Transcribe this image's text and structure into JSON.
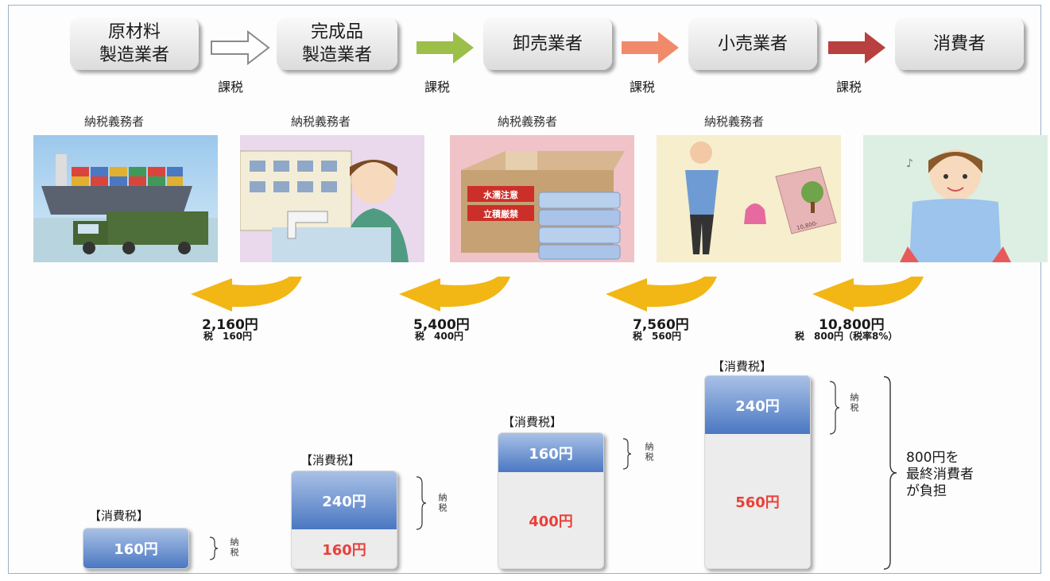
{
  "stages": [
    {
      "label": "原材料\n製造業者",
      "taxpayer": "納税義務者",
      "price": "2,160円",
      "tax_line": "税　160円"
    },
    {
      "label": "完成品\n製造業者",
      "taxpayer": "納税義務者",
      "price": "5,400円",
      "tax_line": "税　400円"
    },
    {
      "label": "卸売業者",
      "taxpayer": "納税義務者",
      "price": "7,560円",
      "tax_line": "税　560円"
    },
    {
      "label": "小売業者",
      "taxpayer": "納税義務者",
      "price": "10,800円",
      "tax_line": "税　800円（税率8%）"
    },
    {
      "label": "消費者"
    }
  ],
  "tax_label": "課税",
  "scene_texts": {
    "warning": "水濡注意",
    "stacking": "立積厳禁",
    "tag_price": "10,800-"
  },
  "cards": [
    {
      "title": "【消費税】",
      "tax": "160円",
      "base": "",
      "tax_fraction": 1.0,
      "note": "納税"
    },
    {
      "title": "【消費税】",
      "tax": "240円",
      "base": "160円",
      "tax_fraction": 0.6,
      "note": "納税"
    },
    {
      "title": "【消費税】",
      "tax": "160円",
      "base": "400円",
      "tax_fraction": 0.29,
      "note": "納税"
    },
    {
      "title": "【消費税】",
      "tax": "240円",
      "base": "560円",
      "tax_fraction": 0.3,
      "note": "納税"
    }
  ],
  "burden_text": "800円を\n最終消費者\nが負担",
  "colors": {
    "arrow_outline": "#8a8a8a",
    "arrow_green": "#9cbf4a",
    "arrow_salmon": "#f08a6a",
    "arrow_red": "#b8403e",
    "curve_yellow": "#f2b615",
    "tax_blue": "#4a78c2",
    "base_red": "#e8413b"
  },
  "icons": [
    "outline-arrow-icon",
    "green-arrow-icon",
    "salmon-arrow-icon",
    "red-arrow-icon",
    "curved-yellow-arrow-icon"
  ]
}
